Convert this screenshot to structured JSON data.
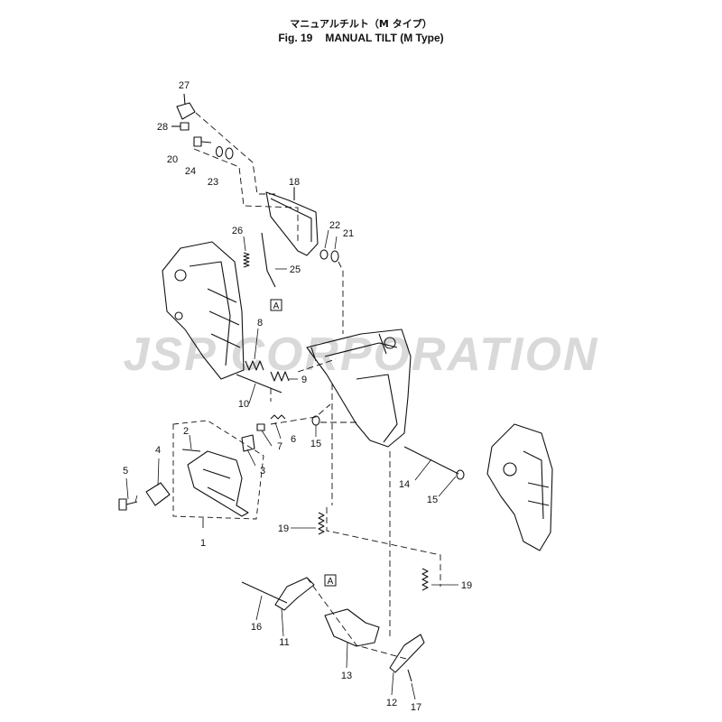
{
  "title": {
    "japanese": "マニュアルチルト（M タイプ）",
    "fig": "Fig. 19",
    "english": "MANUAL TILT (M Type)"
  },
  "watermark": "JSP CORPORATION",
  "callouts": [
    "1",
    "2",
    "3",
    "4",
    "5",
    "6",
    "7",
    "8",
    "9",
    "10",
    "11",
    "12",
    "13",
    "14",
    "15",
    "15",
    "16",
    "17",
    "18",
    "19",
    "19",
    "20",
    "21",
    "22",
    "23",
    "24",
    "25",
    "26",
    "27",
    "28"
  ],
  "ref_boxes": [
    "A",
    "A"
  ],
  "colors": {
    "line": "#111111",
    "watermark": "#d9d9d9"
  }
}
